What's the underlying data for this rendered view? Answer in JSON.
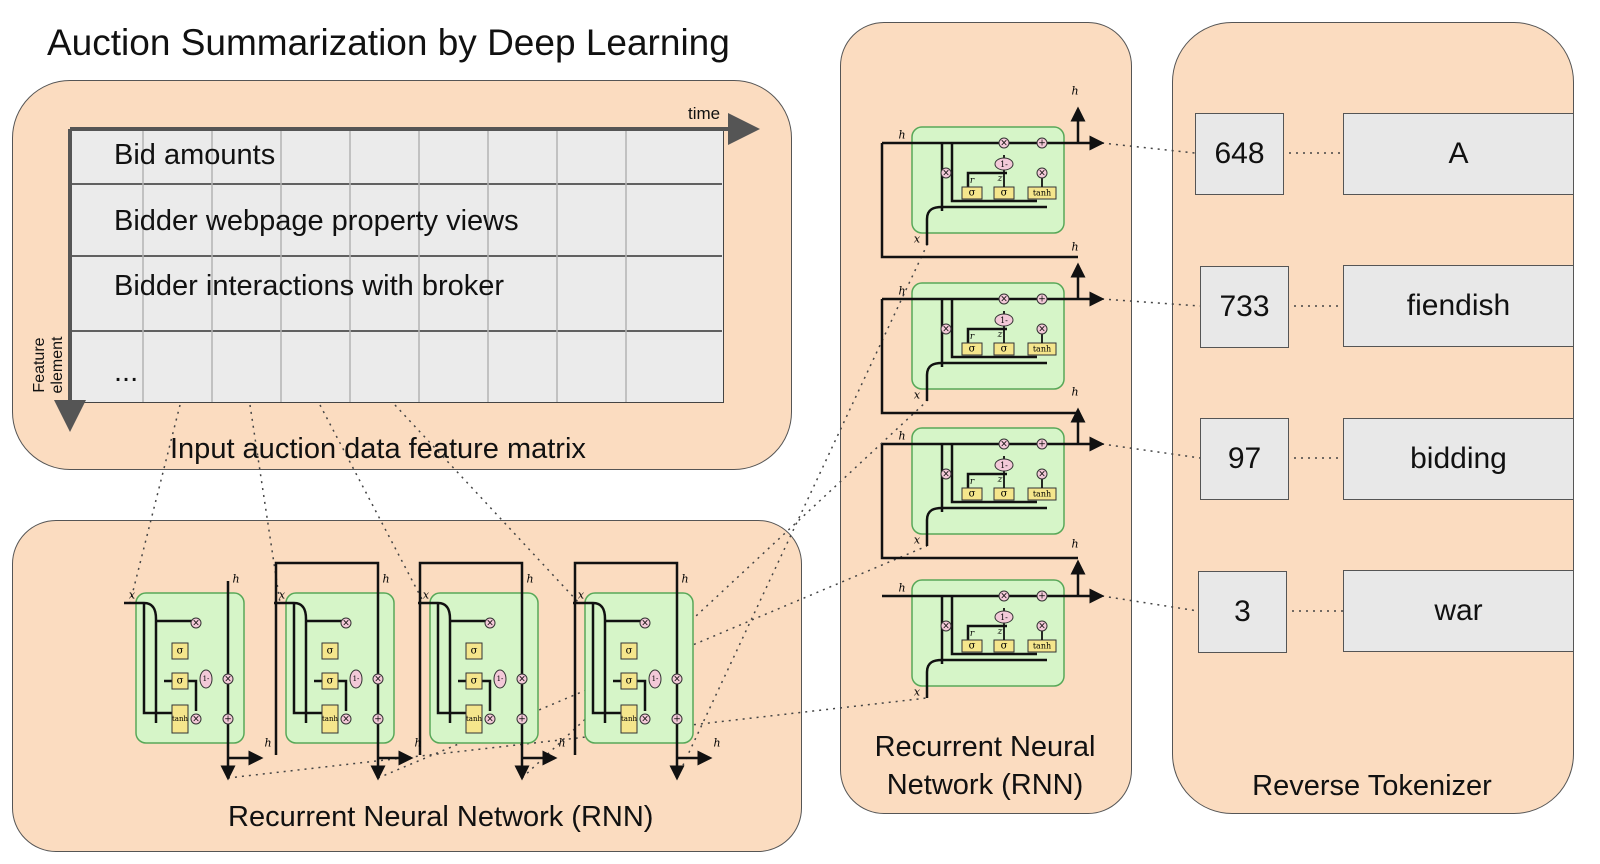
{
  "title": "Auction Summarization by Deep Learning",
  "feature_matrix": {
    "caption": "Input auction data feature matrix",
    "time_label": "time",
    "axis_label_line1": "Feature",
    "axis_label_line2": "element",
    "rows": [
      "Bid amounts",
      "Bidder webpage property views",
      "Bidder interactions with broker",
      "..."
    ]
  },
  "rnn_horizontal": {
    "caption": "Recurrent Neural Network (RNN)",
    "cell_count": 4
  },
  "rnn_vertical": {
    "caption_line1": "Recurrent Neural",
    "caption_line2": "Network (RNN)",
    "cell_count": 4
  },
  "reverse_tokenizer": {
    "caption": "Reverse Tokenizer",
    "tokens": [
      {
        "id": "648",
        "word": "A"
      },
      {
        "id": "733",
        "word": "fiendish"
      },
      {
        "id": "97",
        "word": "bidding"
      },
      {
        "id": "3",
        "word": "war"
      }
    ]
  },
  "cell_labels": {
    "sigma": "σ",
    "tanh": "tanh",
    "multiply": "×",
    "add": "+",
    "one_minus": "1-",
    "h_t": "h",
    "h_prev": "h",
    "x_t": "x",
    "r_t": "r",
    "z_t": "z"
  },
  "colors": {
    "panel": "#fbdcc0",
    "cell": "#d6f5c8",
    "cell_border": "#58a858",
    "gate": "#f5e68c",
    "operator": "#f3c9d8",
    "matrix": "#ebebeb"
  }
}
